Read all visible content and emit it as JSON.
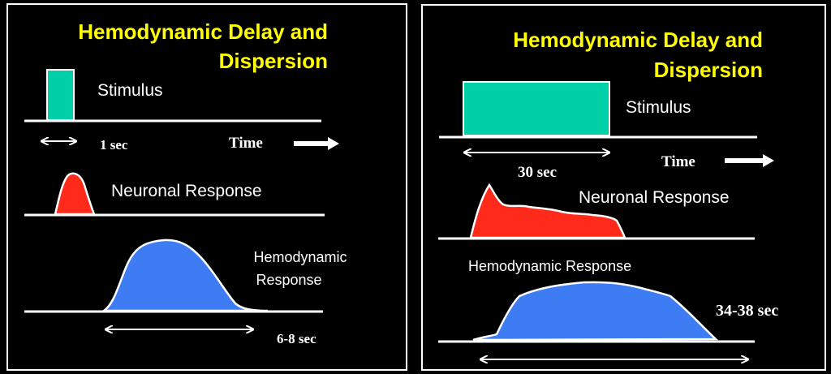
{
  "colors": {
    "title": "#ffff00",
    "stimulus": "#00cfa8",
    "neuronal": "#ff2a1a",
    "hemodynamic": "#3d7cf2",
    "frame": "#ffffff"
  },
  "left_panel": {
    "title_line1": "Hemodynamic Delay and",
    "title_line2": "Dispersion",
    "stimulus_label": "Stimulus",
    "stimulus_duration": "1 sec",
    "time_label": "Time",
    "neuronal_label": "Neuronal Response",
    "hemodynamic_label_line1": "Hemodynamic",
    "hemodynamic_label_line2": "Response",
    "hemodynamic_duration": "6-8 sec"
  },
  "right_panel": {
    "title_line1": "Hemodynamic Delay and",
    "title_line2": "Dispersion",
    "stimulus_label": "Stimulus",
    "stimulus_duration": "30 sec",
    "time_label": "Time",
    "neuronal_label": "Neuronal Response",
    "hemodynamic_label": "Hemodynamic Response",
    "hemodynamic_duration": "34-38 sec"
  }
}
